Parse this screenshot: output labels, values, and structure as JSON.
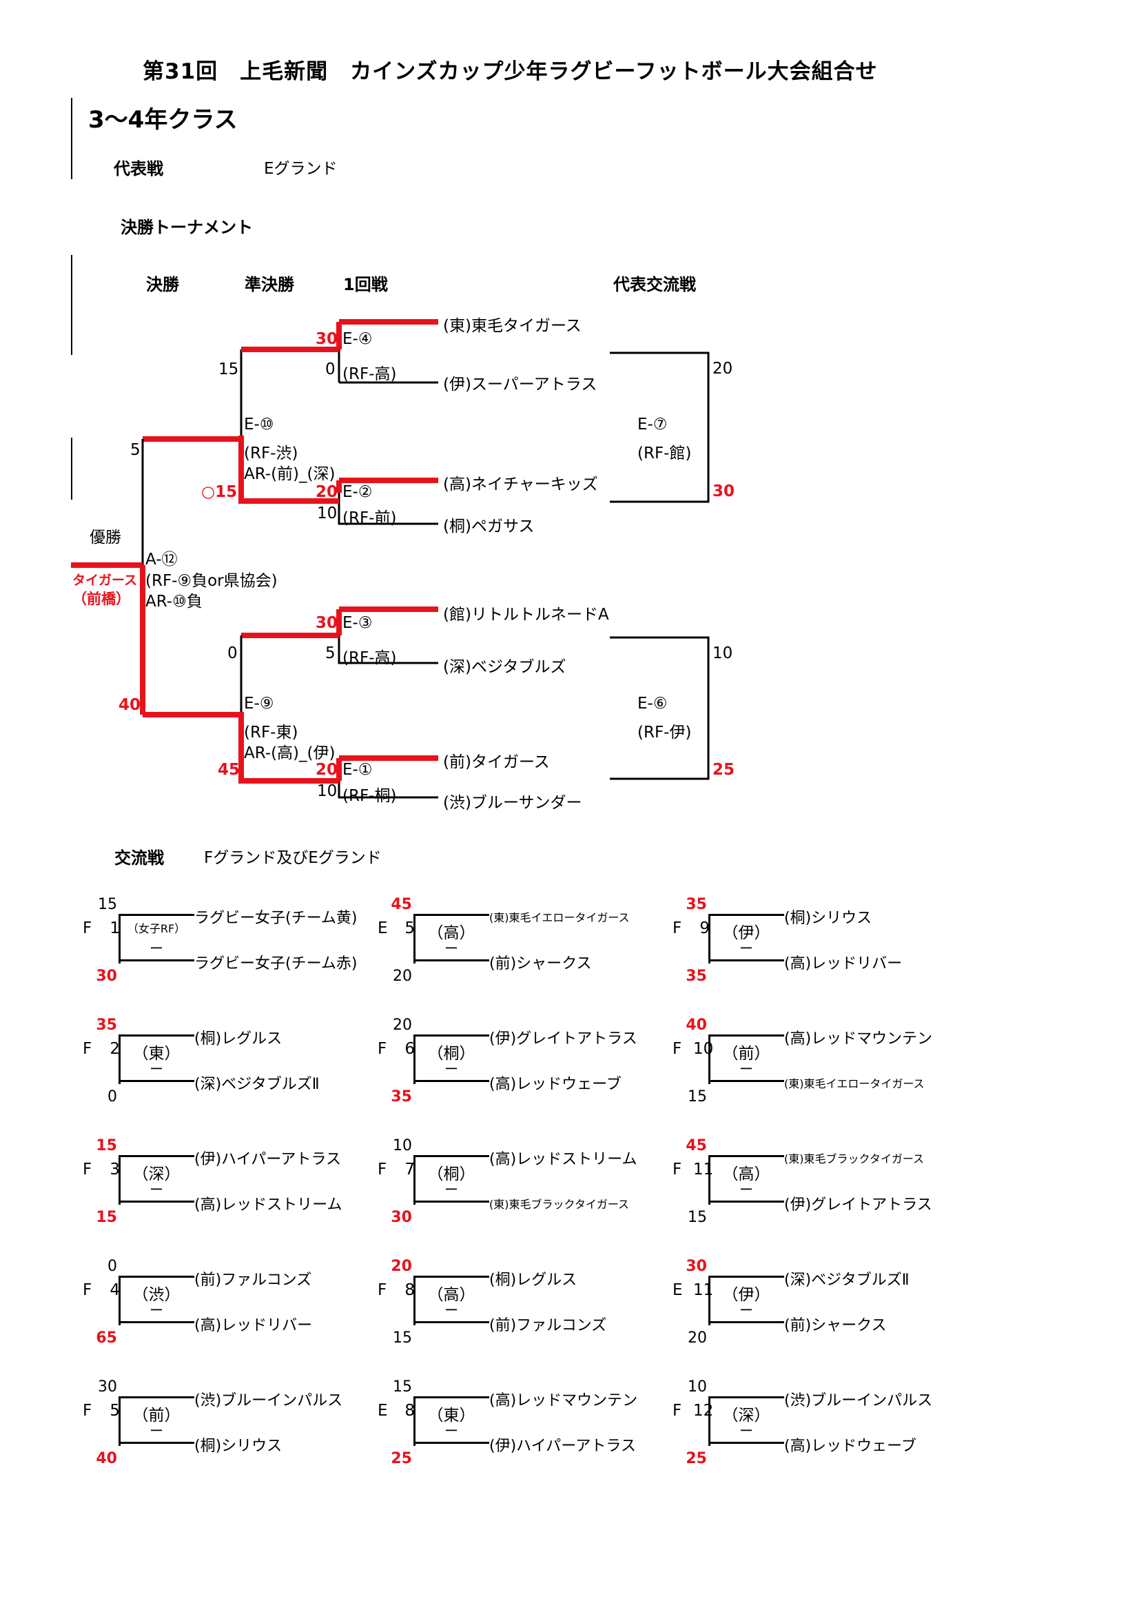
{
  "document": {
    "title": "第31回　上毛新聞　カインズカップ少年ラグビーフットボール大会組合せ",
    "class_title": "3～4年クラス",
    "rep_match_label": "代表戦",
    "rep_match_ground": "Eグランド",
    "final_tournament_label": "決勝トーナメント"
  },
  "bracket": {
    "round_headers": {
      "final": "決勝",
      "semifinal": "準決勝",
      "round1": "1回戦",
      "rep_exchange": "代表交流戦"
    },
    "champion_label": "優勝",
    "champion_team": "タイガース",
    "champion_team_sub": "（前橋）",
    "final_match": {
      "code": "A-⑫",
      "referee": "(RF-⑨負or県協会)",
      "ar": "AR-⑩負",
      "top_score": "5",
      "bottom_score": "40"
    },
    "semifinals": [
      {
        "code": "E-⑩",
        "referee": "(RF-渋)",
        "ar": "AR-(前)_(深)",
        "top_score": "15",
        "bottom_score": "○15"
      },
      {
        "code": "E-⑨",
        "referee": "(RF-東)",
        "ar": "AR-(高)_(伊)",
        "top_score": "0",
        "bottom_score": "45"
      }
    ],
    "round1": [
      {
        "code": "E-④",
        "referee": "(RF-高)",
        "top_score": "30",
        "bottom_score": "0",
        "top_team": "(東)東毛タイガース",
        "bottom_team": "(伊)スーパーアトラス"
      },
      {
        "code": "E-②",
        "referee": "(RF-前)",
        "top_score": "20",
        "bottom_score": "10",
        "top_team": "(高)ネイチャーキッズ",
        "bottom_team": "(桐)ペガサス"
      },
      {
        "code": "E-③",
        "referee": "(RF-高)",
        "top_score": "30",
        "bottom_score": "5",
        "top_team": "(館)リトルトルネードA",
        "bottom_team": "(深)ベジタブルズ"
      },
      {
        "code": "E-①",
        "referee": "(RF-桐)",
        "top_score": "20",
        "bottom_score": "10",
        "top_team": "(前)タイガース",
        "bottom_team": "(渋)ブルーサンダー"
      }
    ],
    "rep_exchange": [
      {
        "code": "E-⑦",
        "referee": "(RF-館)",
        "top_score": "20",
        "bottom_score": "30"
      },
      {
        "code": "E-⑥",
        "referee": "(RF-伊)",
        "top_score": "10",
        "bottom_score": "25"
      }
    ]
  },
  "exchange": {
    "label": "交流戦",
    "ground": "Fグランド及びEグランド",
    "matches": [
      {
        "code_letter": "F",
        "code_num": "1",
        "referee": "（女子RF）",
        "top_score": "15",
        "bottom_score": "30",
        "top_win": false,
        "bottom_win": true,
        "top_team": "ラグビー女子(チーム黄)",
        "bottom_team": "ラグビー女子(チーム赤)"
      },
      {
        "code_letter": "F",
        "code_num": "2",
        "referee": "（東）",
        "top_score": "35",
        "bottom_score": "0",
        "top_win": true,
        "bottom_win": false,
        "top_team": "(桐)レグルス",
        "bottom_team": "(深)ベジタブルズⅡ"
      },
      {
        "code_letter": "F",
        "code_num": "3",
        "referee": "（深）",
        "top_score": "15",
        "bottom_score": "15",
        "top_win": true,
        "bottom_win": true,
        "top_team": "(伊)ハイパーアトラス",
        "bottom_team": "(高)レッドストリーム"
      },
      {
        "code_letter": "F",
        "code_num": "4",
        "referee": "（渋）",
        "top_score": "0",
        "bottom_score": "65",
        "top_win": false,
        "bottom_win": true,
        "top_team": "(前)ファルコンズ",
        "bottom_team": "(高)レッドリバー"
      },
      {
        "code_letter": "F",
        "code_num": "5",
        "referee": "（前）",
        "top_score": "30",
        "bottom_score": "40",
        "top_win": false,
        "bottom_win": true,
        "top_team": "(渋)ブルーインパルス",
        "bottom_team": "(桐)シリウス"
      },
      {
        "code_letter": "E",
        "code_num": "5",
        "referee": "（高）",
        "top_score": "45",
        "bottom_score": "20",
        "top_win": true,
        "bottom_win": false,
        "top_team": "(東)東毛イエロータイガース",
        "bottom_team": "(前)シャークス",
        "top_small": true
      },
      {
        "code_letter": "F",
        "code_num": "6",
        "referee": "（桐）",
        "top_score": "20",
        "bottom_score": "35",
        "top_win": false,
        "bottom_win": true,
        "top_team": "(伊)グレイトアトラス",
        "bottom_team": "(高)レッドウェーブ"
      },
      {
        "code_letter": "F",
        "code_num": "7",
        "referee": "（桐）",
        "top_score": "10",
        "bottom_score": "30",
        "top_win": false,
        "bottom_win": true,
        "top_team": "(高)レッドストリーム",
        "bottom_team": "(東)東毛ブラックタイガース",
        "bottom_small": true
      },
      {
        "code_letter": "F",
        "code_num": "8",
        "referee": "（高）",
        "top_score": "20",
        "bottom_score": "15",
        "top_win": true,
        "bottom_win": false,
        "top_team": "(桐)レグルス",
        "bottom_team": "(前)ファルコンズ"
      },
      {
        "code_letter": "E",
        "code_num": "8",
        "referee": "（東）",
        "top_score": "15",
        "bottom_score": "25",
        "top_win": false,
        "bottom_win": true,
        "top_team": "(高)レッドマウンテン",
        "bottom_team": "(伊)ハイパーアトラス"
      },
      {
        "code_letter": "F",
        "code_num": "9",
        "referee": "（伊）",
        "top_score": "35",
        "bottom_score": "35",
        "top_win": true,
        "bottom_win": true,
        "top_team": "(桐)シリウス",
        "bottom_team": "(高)レッドリバー"
      },
      {
        "code_letter": "F",
        "code_num": "10",
        "referee": "（前）",
        "top_score": "40",
        "bottom_score": "15",
        "top_win": true,
        "bottom_win": false,
        "top_team": "(高)レッドマウンテン",
        "bottom_team": "(東)東毛イエロータイガース",
        "bottom_small": true
      },
      {
        "code_letter": "F",
        "code_num": "11",
        "referee": "（高）",
        "top_score": "45",
        "bottom_score": "15",
        "top_win": true,
        "bottom_win": false,
        "top_team": "(東)東毛ブラックタイガース",
        "bottom_team": "(伊)グレイトアトラス",
        "top_small": true
      },
      {
        "code_letter": "E",
        "code_num": "11",
        "referee": "（伊）",
        "top_score": "30",
        "bottom_score": "20",
        "top_win": true,
        "bottom_win": false,
        "top_team": "(深)ベジタブルズⅡ",
        "bottom_team": "(前)シャークス"
      },
      {
        "code_letter": "F",
        "code_num": "12",
        "referee": "（深）",
        "top_score": "10",
        "bottom_score": "25",
        "top_win": false,
        "bottom_win": true,
        "top_team": "(渋)ブルーインパルス",
        "bottom_team": "(高)レッドウェーブ"
      }
    ],
    "dash": "ー"
  },
  "colors": {
    "winner": "#e8121c",
    "line": "#000000"
  }
}
